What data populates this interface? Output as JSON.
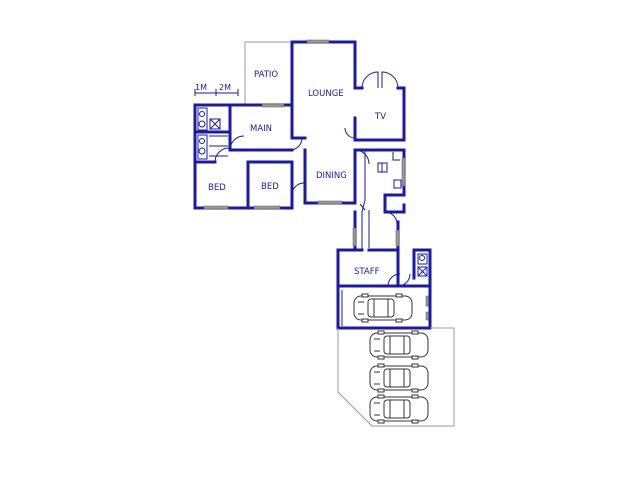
{
  "scale": {
    "mark_1": "1M",
    "mark_2": "2M"
  },
  "rooms": {
    "patio": "PATIO",
    "lounge": "LOUNGE",
    "tv": "TV",
    "main": "MAIN",
    "dining": "DINING",
    "bed_1": "BED",
    "bed_2": "BED",
    "staff": "STAFF"
  },
  "colors": {
    "walls": "#1a1aa6",
    "windows": "#9a9a9a",
    "outline": "#999999"
  }
}
